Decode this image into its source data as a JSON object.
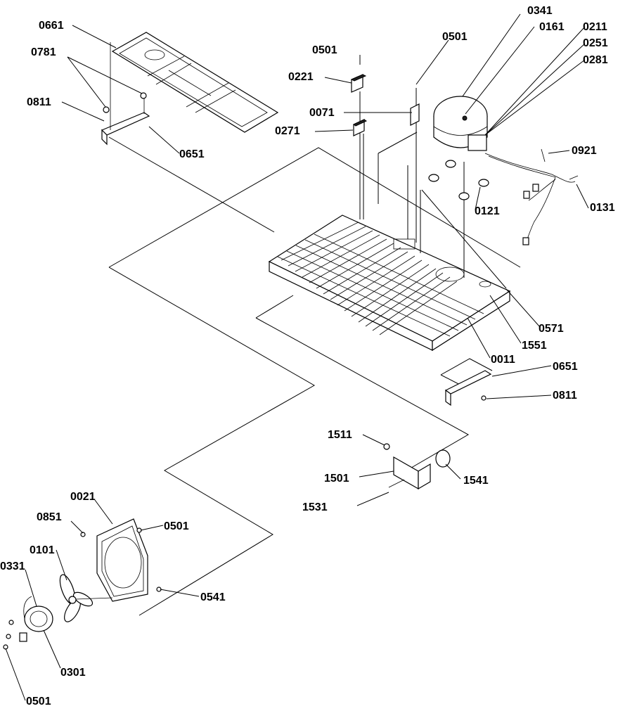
{
  "diagram": {
    "callouts": {
      "c0661": "0661",
      "c0781": "0781",
      "c0811_top": "0811",
      "c0651_top": "0651",
      "c0501_a": "0501",
      "c0501_b": "0501",
      "c0221": "0221",
      "c0071": "0071",
      "c0271": "0271",
      "c0341": "0341",
      "c0161": "0161",
      "c0211": "0211",
      "c0251": "0251",
      "c0281": "0281",
      "c0921": "0921",
      "c0121": "0121",
      "c0131": "0131",
      "c0571": "0571",
      "c1551": "1551",
      "c0011": "0011",
      "c0651_mid": "0651",
      "c0811_mid": "0811",
      "c1511": "1511",
      "c1501": "1501",
      "c1541": "1541",
      "c1531": "1531",
      "c0021": "0021",
      "c0851": "0851",
      "c0501_c": "0501",
      "c0101": "0101",
      "c0331": "0331",
      "c0541": "0541",
      "c0301": "0301",
      "c0501_d": "0501"
    }
  }
}
